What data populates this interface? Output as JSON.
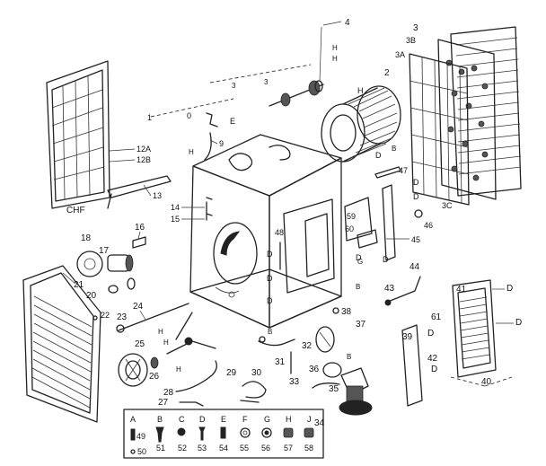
{
  "callouts": {
    "c1": "1",
    "c2": "2",
    "c3": "3",
    "c3A": "3A",
    "c3B": "3B",
    "c3C": "3C",
    "c4": "4",
    "c9": "9",
    "c12A": "12A",
    "c12B": "12B",
    "c13": "13",
    "c14": "14",
    "c15": "15",
    "c16": "16",
    "c17": "17",
    "c18": "18",
    "c20": "20",
    "c21": "21",
    "c22": "22",
    "c23": "23",
    "c24": "24",
    "c25": "25",
    "c26": "26",
    "c27": "27",
    "c28": "28",
    "c29": "29",
    "c30": "30",
    "c31": "31",
    "c32": "32",
    "c33": "33",
    "c34": "34",
    "c35": "35",
    "c36": "36",
    "c37": "37",
    "c38": "38",
    "c39": "39",
    "c40": "40",
    "c41": "41",
    "c42": "42",
    "c43": "43",
    "c44": "44",
    "c45": "45",
    "c46": "46",
    "c47": "47",
    "c48": "48",
    "c59": "59",
    "c60": "60",
    "c61": "61",
    "chf": "CHF",
    "lA": "A",
    "lB": "B",
    "lC": "C",
    "lD": "D",
    "lE": "E",
    "lF": "F",
    "lG": "G",
    "lH": "H",
    "l0": "0"
  },
  "hardware": [
    {
      "letter": "A",
      "part": "49",
      "part2": "50"
    },
    {
      "letter": "B",
      "part": "51"
    },
    {
      "letter": "C",
      "part": "52"
    },
    {
      "letter": "D",
      "part": "53"
    },
    {
      "letter": "E",
      "part": "54"
    },
    {
      "letter": "F",
      "part": "55"
    },
    {
      "letter": "G",
      "part": "56"
    },
    {
      "letter": "H",
      "part": "57"
    },
    {
      "letter": "J",
      "part": "58"
    }
  ]
}
